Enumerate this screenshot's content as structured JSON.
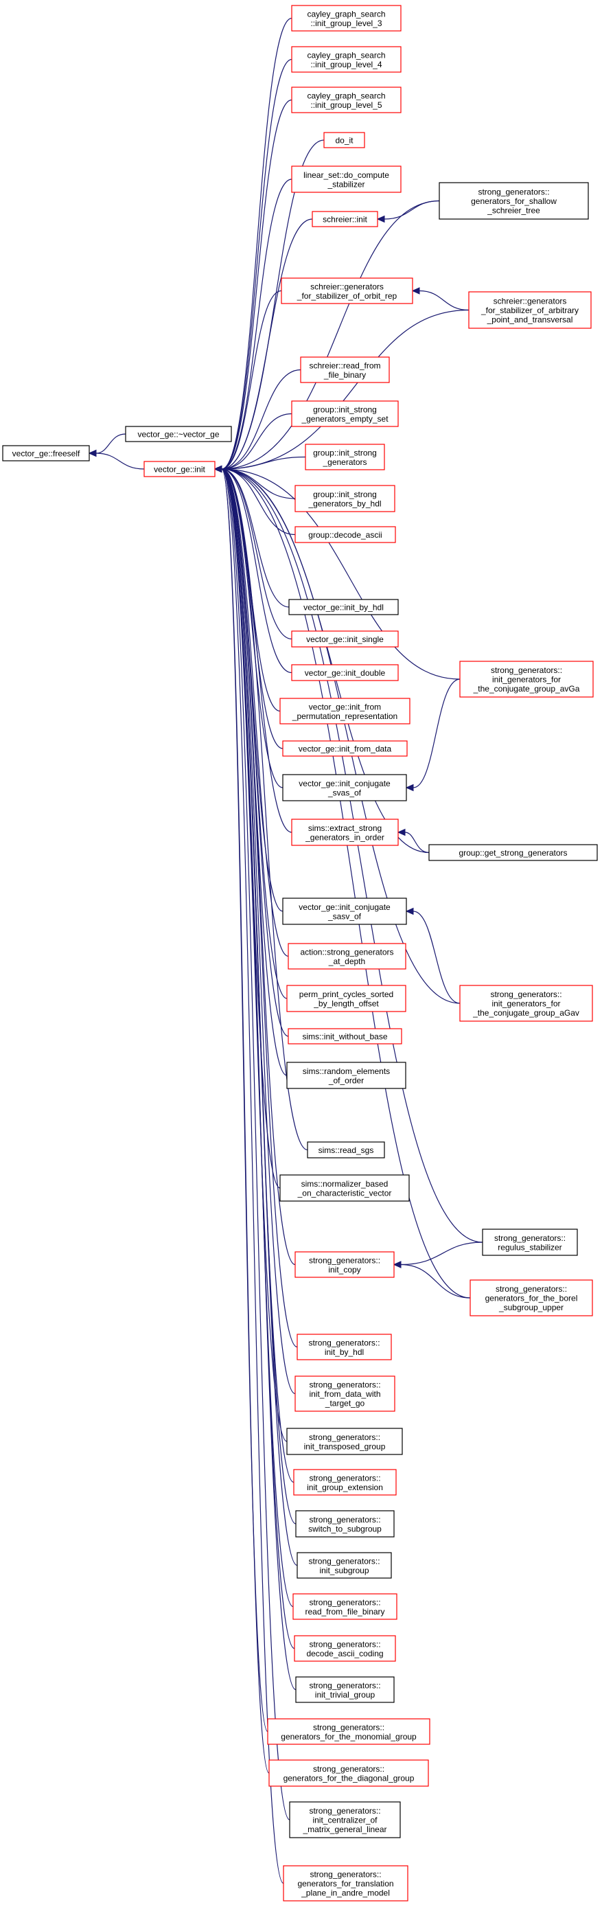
{
  "colors": {
    "edge": "#191970",
    "node_border_red": "#ff0000",
    "node_border_black": "#000000",
    "root_fill": "#bfbfbf",
    "background": "#ffffff"
  },
  "nodes": {
    "root": {
      "lines": [
        "vector_ge::freeself"
      ],
      "border": "black",
      "fill": "gray"
    },
    "dtor": {
      "lines": [
        "vector_ge::~vector_ge"
      ],
      "border": "black"
    },
    "init": {
      "lines": [
        "vector_ge::init"
      ],
      "border": "red"
    },
    "c1": {
      "lines": [
        "cayley_graph_search",
        "::init_group_level_3"
      ],
      "border": "red"
    },
    "c2": {
      "lines": [
        "cayley_graph_search",
        "::init_group_level_4"
      ],
      "border": "red"
    },
    "c3": {
      "lines": [
        "cayley_graph_search",
        "::init_group_level_5"
      ],
      "border": "red"
    },
    "c4": {
      "lines": [
        "do_it"
      ],
      "border": "red"
    },
    "c5": {
      "lines": [
        "linear_set::do_compute",
        "_stabilizer"
      ],
      "border": "red"
    },
    "c6": {
      "lines": [
        "schreier::init"
      ],
      "border": "red"
    },
    "c7": {
      "lines": [
        "schreier::generators",
        "_for_stabilizer_of_orbit_rep"
      ],
      "border": "red"
    },
    "c8": {
      "lines": [
        "schreier::read_from",
        "_file_binary"
      ],
      "border": "red"
    },
    "c9": {
      "lines": [
        "group::init_strong",
        "_generators_empty_set"
      ],
      "border": "red"
    },
    "c10": {
      "lines": [
        "group::init_strong",
        "_generators"
      ],
      "border": "red"
    },
    "c11": {
      "lines": [
        "group::init_strong",
        "_generators_by_hdl"
      ],
      "border": "red"
    },
    "c12": {
      "lines": [
        "group::decode_ascii"
      ],
      "border": "red"
    },
    "c13": {
      "lines": [
        "vector_ge::init_by_hdl"
      ],
      "border": "black"
    },
    "c14": {
      "lines": [
        "vector_ge::init_single"
      ],
      "border": "red"
    },
    "c15": {
      "lines": [
        "vector_ge::init_double"
      ],
      "border": "red"
    },
    "c16": {
      "lines": [
        "vector_ge::init_from",
        "_permutation_representation"
      ],
      "border": "red"
    },
    "c17": {
      "lines": [
        "vector_ge::init_from_data"
      ],
      "border": "red"
    },
    "c18": {
      "lines": [
        "vector_ge::init_conjugate",
        "_svas_of"
      ],
      "border": "black"
    },
    "c19": {
      "lines": [
        "sims::extract_strong",
        "_generators_in_order"
      ],
      "border": "red"
    },
    "c20": {
      "lines": [
        "vector_ge::init_conjugate",
        "_sasv_of"
      ],
      "border": "black"
    },
    "c21": {
      "lines": [
        "action::strong_generators",
        "_at_depth"
      ],
      "border": "red"
    },
    "c22": {
      "lines": [
        "perm_print_cycles_sorted",
        "_by_length_offset"
      ],
      "border": "red"
    },
    "c23": {
      "lines": [
        "sims::init_without_base"
      ],
      "border": "red"
    },
    "c24": {
      "lines": [
        "sims::random_elements",
        "_of_order"
      ],
      "border": "black"
    },
    "c25": {
      "lines": [
        "sims::read_sgs"
      ],
      "border": "black"
    },
    "c26": {
      "lines": [
        "sims::normalizer_based",
        "_on_characteristic_vector"
      ],
      "border": "black"
    },
    "c27": {
      "lines": [
        "strong_generators::",
        "init_copy"
      ],
      "border": "red"
    },
    "c28": {
      "lines": [
        "strong_generators::",
        "init_by_hdl"
      ],
      "border": "red"
    },
    "c29": {
      "lines": [
        "strong_generators::",
        "init_from_data_with",
        "_target_go"
      ],
      "border": "red"
    },
    "c30": {
      "lines": [
        "strong_generators::",
        "init_transposed_group"
      ],
      "border": "black"
    },
    "c31": {
      "lines": [
        "strong_generators::",
        "init_group_extension"
      ],
      "border": "red"
    },
    "c32": {
      "lines": [
        "strong_generators::",
        "switch_to_subgroup"
      ],
      "border": "black"
    },
    "c33": {
      "lines": [
        "strong_generators::",
        "init_subgroup"
      ],
      "border": "black"
    },
    "c34": {
      "lines": [
        "strong_generators::",
        "read_from_file_binary"
      ],
      "border": "red"
    },
    "c35": {
      "lines": [
        "strong_generators::",
        "decode_ascii_coding"
      ],
      "border": "red"
    },
    "c36": {
      "lines": [
        "strong_generators::",
        "init_trivial_group"
      ],
      "border": "black"
    },
    "c37": {
      "lines": [
        "strong_generators::",
        "generators_for_the_monomial_group"
      ],
      "border": "red"
    },
    "c38": {
      "lines": [
        "strong_generators::",
        "generators_for_the_diagonal_group"
      ],
      "border": "red"
    },
    "c39": {
      "lines": [
        "strong_generators::",
        "init_centralizer_of",
        "_matrix_general_linear"
      ],
      "border": "black"
    },
    "c40": {
      "lines": [
        "strong_generators::",
        "generators_for_translation",
        "_plane_in_andre_model"
      ],
      "border": "red"
    },
    "r1": {
      "lines": [
        "strong_generators::",
        "generators_for_shallow",
        "_schreier_tree"
      ],
      "border": "black"
    },
    "r2": {
      "lines": [
        "schreier::generators",
        "_for_stabilizer_of_arbitrary",
        "_point_and_transversal"
      ],
      "border": "red"
    },
    "r3": {
      "lines": [
        "strong_generators::",
        "init_generators_for",
        "_the_conjugate_group_avGa"
      ],
      "border": "red"
    },
    "r4": {
      "lines": [
        "group::get_strong_generators"
      ],
      "border": "black"
    },
    "r5": {
      "lines": [
        "strong_generators::",
        "init_generators_for",
        "_the_conjugate_group_aGav"
      ],
      "border": "red"
    },
    "r6": {
      "lines": [
        "strong_generators::",
        "regulus_stabilizer"
      ],
      "border": "black"
    },
    "r7": {
      "lines": [
        "strong_generators::",
        "generators_for_the_borel",
        "_subgroup_upper"
      ],
      "border": "red"
    }
  },
  "edges": [
    [
      "dtor",
      "root"
    ],
    [
      "init",
      "root"
    ],
    [
      "c1",
      "init"
    ],
    [
      "c2",
      "init"
    ],
    [
      "c3",
      "init"
    ],
    [
      "c4",
      "init"
    ],
    [
      "c5",
      "init"
    ],
    [
      "c6",
      "init"
    ],
    [
      "c7",
      "init"
    ],
    [
      "c8",
      "init"
    ],
    [
      "c9",
      "init"
    ],
    [
      "c10",
      "init"
    ],
    [
      "c11",
      "init"
    ],
    [
      "c12",
      "init"
    ],
    [
      "c13",
      "init"
    ],
    [
      "c14",
      "init"
    ],
    [
      "c15",
      "init"
    ],
    [
      "c16",
      "init"
    ],
    [
      "c17",
      "init"
    ],
    [
      "c18",
      "init"
    ],
    [
      "c19",
      "init"
    ],
    [
      "c20",
      "init"
    ],
    [
      "c21",
      "init"
    ],
    [
      "c22",
      "init"
    ],
    [
      "c23",
      "init"
    ],
    [
      "c24",
      "init"
    ],
    [
      "c25",
      "init"
    ],
    [
      "c26",
      "init"
    ],
    [
      "c27",
      "init"
    ],
    [
      "c28",
      "init"
    ],
    [
      "c29",
      "init"
    ],
    [
      "c30",
      "init"
    ],
    [
      "c31",
      "init"
    ],
    [
      "c32",
      "init"
    ],
    [
      "c33",
      "init"
    ],
    [
      "c34",
      "init"
    ],
    [
      "c35",
      "init"
    ],
    [
      "c36",
      "init"
    ],
    [
      "c37",
      "init"
    ],
    [
      "c38",
      "init"
    ],
    [
      "c39",
      "init"
    ],
    [
      "c40",
      "init"
    ],
    [
      "r1",
      "c6"
    ],
    [
      "r1",
      "init"
    ],
    [
      "r2",
      "c7"
    ],
    [
      "r2",
      "init"
    ],
    [
      "r3",
      "c18"
    ],
    [
      "r3",
      "init"
    ],
    [
      "r4",
      "c19"
    ],
    [
      "r4",
      "init"
    ],
    [
      "r5",
      "c20"
    ],
    [
      "r5",
      "init"
    ],
    [
      "r6",
      "c27"
    ],
    [
      "r6",
      "init"
    ],
    [
      "r7",
      "c27"
    ],
    [
      "r7",
      "init"
    ]
  ]
}
